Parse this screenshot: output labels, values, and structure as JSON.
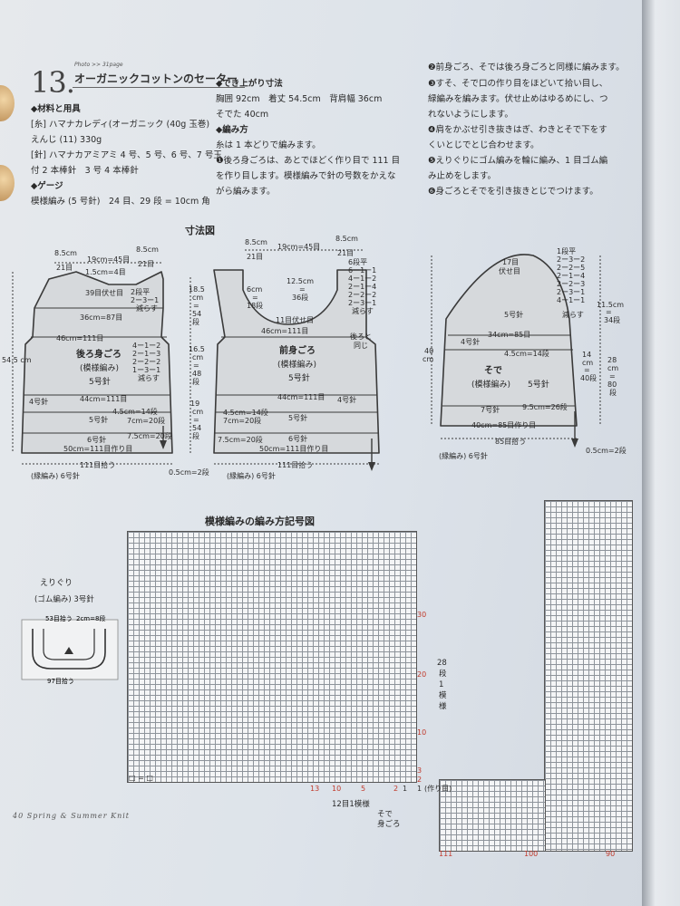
{
  "header": {
    "number": "13.",
    "photo_ref": "Photo >> 31page",
    "title": "オーガニックコットンのセーター"
  },
  "materials": {
    "heading": "◆材料と用具",
    "lines": [
      "[糸] ハマナカレディ(オーガニック (40g 玉巻)",
      "えんじ (11) 330g",
      "[針] ハマナカアミアミ 4 号、5 号、6 号、7 号玉",
      "付 2 本棒針　3 号 4 本棒針"
    ],
    "gauge_heading": "◆ゲージ",
    "gauge": "模様編み (5 号針)　24 目、29 段 = 10cm 角"
  },
  "finished": {
    "heading": "◆でき上がり寸法",
    "lines": [
      "胸囲 92cm　着丈 54.5cm　背肩幅 36cm",
      "そでた 40cm"
    ]
  },
  "method": {
    "heading": "◆編み方",
    "intro": "糸は 1 本どりで編みます。",
    "steps": [
      "❶後ろ身ごろは、あとでほどく作り目で 111 目",
      "を作り目します。模様編みで針の号数をかえな",
      "がら編みます。",
      "❷前身ごろ、そでは後ろ身ごろと同様に編みます。",
      "❸すそ、そで口の作り目をほどいて拾い目し、",
      "緑編みを編みます。伏せ止めはゆるめにし、つ",
      "れないようにします。",
      "❹肩をかぶせ引き抜きはぎ、わきとそで下をす",
      "くいとじでとじ合わせます。",
      "❺えりぐりにゴム編みを輪に編み、1 目ゴム編",
      "み止めをします。",
      "❻身ごろとそでを引き抜きとじでつけます。"
    ]
  },
  "size_chart": {
    "title": "寸法図",
    "back": {
      "name": "後ろ身ごろ",
      "pattern": "(模様編み)",
      "needle": "5号針",
      "top_left": "8.5cm",
      "top_left2": "21目",
      "top_mid": "19cm=45目",
      "top_right": "8.5cm",
      "top_right2": "21目",
      "neck": "1.5cm=4目",
      "fuse": "39目伏せ目",
      "decrease": [
        "2段平",
        "2ー3ー1",
        "減らす"
      ],
      "w1": "36cm=87目",
      "w2": "46cm=111目",
      "arm": [
        "4ー1ー2",
        "2ー1ー3",
        "2ー2ー2",
        "1ー3ー1",
        "減らす"
      ],
      "w3": "44cm=111目",
      "n4": "4号針",
      "n5": "5号針",
      "w4": "4.5cm=14段",
      "w5": "7cm=20段",
      "n6": "6号針",
      "w6": "7.5cm=20段",
      "w7": "50cm=111目作り目",
      "pick": "111目拾う",
      "rib": "(縁編み) 6号針",
      "side_total": "54.5\ncm",
      "sideA": [
        "18.5",
        "cm",
        "=",
        "54",
        "段"
      ],
      "sideB": [
        "16.5",
        "cm",
        "=",
        "48",
        "段"
      ],
      "sideC": [
        "19",
        "cm",
        "=",
        "54",
        "段"
      ],
      "bottom": "0.5cm=2段"
    },
    "front": {
      "name": "前身ごろ",
      "pattern": "(模様編み)",
      "needle": "5号針",
      "top_left": "8.5cm",
      "top_left2": "21目",
      "top_mid": "19cm=45目",
      "top_right": "8.5cm",
      "top_right2": "21目",
      "neck_l": [
        "6cm",
        "=",
        "18段"
      ],
      "neck_c": [
        "12.5cm",
        "=",
        "36段"
      ],
      "decrease": [
        "6段平",
        "6ー1ー1",
        "4ー1ー2",
        "2ー1ー4",
        "2ー2ー2",
        "2ー3ー1",
        "減らす"
      ],
      "fuse": "11目伏せ目",
      "w2": "46cm=111目",
      "same": [
        "後ろと",
        "同じ"
      ],
      "w3": "44cm=111目",
      "n4": "4号針",
      "n5": "5号針",
      "w4": "4.5cm=14段",
      "w5": "7cm=20段",
      "n6": "6号針",
      "w6": "7.5cm=20段",
      "w7": "50cm=111目作り目",
      "pick": "111目拾う",
      "rib": "(縁編み) 6号針"
    },
    "sleeve": {
      "name": "そで",
      "pattern": "(模様編み)",
      "needle": "5号針",
      "top": [
        "17目",
        "伏せ目"
      ],
      "top_n": "5号針",
      "decrease": [
        "1段平",
        "2ー3ー2",
        "2ー2ー5",
        "2ー1ー4",
        "2ー2ー3",
        "2ー3ー1",
        "4ー1ー1",
        "減らす"
      ],
      "n4": "4号針",
      "w1": "34cm=85目",
      "w2": "4.5cm=14段",
      "n7": "7号針",
      "w3": "9.5cm=26段",
      "w4": "40cm=85目作り目",
      "pick": "85目拾う",
      "rib": "(縁編み) 6号針",
      "side_total": [
        "40",
        "cm"
      ],
      "sideA": [
        "11.5cm",
        "=",
        "34段"
      ],
      "sideB": [
        "14",
        "cm",
        "=",
        "40段"
      ],
      "sideC": [
        "28",
        "cm",
        "=",
        "80",
        "段"
      ],
      "bottom": "0.5cm=2段"
    }
  },
  "stitch_chart": {
    "title": "模様編みの編み方記号図",
    "legend": "□ = □",
    "row_nums": [
      "30",
      "20",
      "10",
      "3",
      "2",
      "1"
    ],
    "row_note": [
      "28",
      "段",
      "1",
      "模",
      "様"
    ],
    "made": "(作り目)",
    "col_nums": [
      "13",
      "10",
      "5",
      "2",
      "1"
    ],
    "repeat": "12目1模様",
    "start": [
      "そで",
      "身ごろ"
    ],
    "neckband": {
      "label1": "えりぐり",
      "label2": "(ゴム編み) 3号針",
      "pick": "53目拾う",
      "w": "2cm=8段",
      "total": "97目拾う"
    },
    "right_cols": [
      "111",
      "100",
      "90"
    ]
  },
  "footer": "40 Spring & Summer Knit",
  "colors": {
    "line": "#3a3a3a",
    "accent": "#c0392b",
    "paper": "#e3e7eb"
  }
}
